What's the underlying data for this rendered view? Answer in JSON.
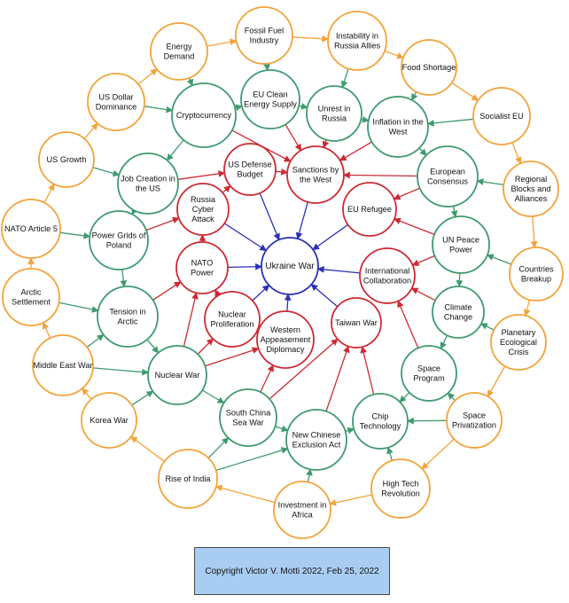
{
  "colors": {
    "orange": "#f2a33a",
    "green": "#3e9a6e",
    "red": "#cc2a33",
    "blue": "#2b2fb8",
    "center": "#2b2fb8",
    "copyright_bg": "#a9cdf2"
  },
  "nodes": [
    {
      "id": "ukraine",
      "label": [
        "Ukraine War"
      ],
      "kind": "center"
    },
    {
      "id": "sanctions",
      "label": [
        "Sanctions by",
        "the West"
      ],
      "kind": "red"
    },
    {
      "id": "usdefense",
      "label": [
        "US Defense",
        "Budget"
      ],
      "kind": "red"
    },
    {
      "id": "euref",
      "label": [
        "EU Refugee"
      ],
      "kind": "red"
    },
    {
      "id": "rcyber",
      "label": [
        "Russia",
        "Cyber",
        "Attack"
      ],
      "kind": "red"
    },
    {
      "id": "nato",
      "label": [
        "NATO",
        "Power"
      ],
      "kind": "red"
    },
    {
      "id": "intcollab",
      "label": [
        "International",
        "Collaboration"
      ],
      "kind": "red"
    },
    {
      "id": "nprolif",
      "label": [
        "Nuclear",
        "Proliferation"
      ],
      "kind": "red"
    },
    {
      "id": "westapp",
      "label": [
        "Western",
        "Appeasement",
        "Diplomacy"
      ],
      "kind": "red"
    },
    {
      "id": "taiwan",
      "label": [
        "Taiwan War"
      ],
      "kind": "red"
    },
    {
      "id": "crypto",
      "label": [
        "Cryptocurrency"
      ],
      "kind": "green"
    },
    {
      "id": "euclean",
      "label": [
        "EU Clean",
        "Energy Supply"
      ],
      "kind": "green"
    },
    {
      "id": "unrest",
      "label": [
        "Unrest in",
        "Russia"
      ],
      "kind": "green"
    },
    {
      "id": "inflation",
      "label": [
        "Inflation in the",
        "West"
      ],
      "kind": "green"
    },
    {
      "id": "jobcreation",
      "label": [
        "Job Creation in",
        "the US"
      ],
      "kind": "green"
    },
    {
      "id": "eucons",
      "label": [
        "European",
        "Consensus"
      ],
      "kind": "green"
    },
    {
      "id": "powergrid",
      "label": [
        "Power Grids of",
        "Poland"
      ],
      "kind": "green"
    },
    {
      "id": "unpeace",
      "label": [
        "UN Peace",
        "Power"
      ],
      "kind": "green"
    },
    {
      "id": "tension",
      "label": [
        "Tension in",
        "Arctic"
      ],
      "kind": "green"
    },
    {
      "id": "climate",
      "label": [
        "Climate",
        "Change"
      ],
      "kind": "green"
    },
    {
      "id": "nuclearwar",
      "label": [
        "Nuclear War"
      ],
      "kind": "green"
    },
    {
      "id": "space",
      "label": [
        "Space",
        "Program"
      ],
      "kind": "green"
    },
    {
      "id": "southchina",
      "label": [
        "South China",
        "Sea War"
      ],
      "kind": "green"
    },
    {
      "id": "newchinese",
      "label": [
        "New Chinese",
        "Exclusion Act"
      ],
      "kind": "green"
    },
    {
      "id": "chip",
      "label": [
        "Chip",
        "Technology"
      ],
      "kind": "green"
    },
    {
      "id": "fossil",
      "label": [
        "Fossil Fuel",
        "Industry"
      ],
      "kind": "orange"
    },
    {
      "id": "instab",
      "label": [
        "Instability in",
        "Russia Allies"
      ],
      "kind": "orange"
    },
    {
      "id": "energy",
      "label": [
        "Energy",
        "Demand"
      ],
      "kind": "orange"
    },
    {
      "id": "food",
      "label": [
        "Food Shortage"
      ],
      "kind": "orange"
    },
    {
      "id": "usdollar",
      "label": [
        "US Dollar",
        "Dominance"
      ],
      "kind": "orange"
    },
    {
      "id": "socialist",
      "label": [
        "Socialist EU"
      ],
      "kind": "orange"
    },
    {
      "id": "usgrowth",
      "label": [
        "US Growth"
      ],
      "kind": "orange"
    },
    {
      "id": "regional",
      "label": [
        "Regional",
        "Blocks and",
        "Alliances"
      ],
      "kind": "orange"
    },
    {
      "id": "nato5",
      "label": [
        "NATO Article 5"
      ],
      "kind": "orange"
    },
    {
      "id": "countries",
      "label": [
        "Countries",
        "Breakup"
      ],
      "kind": "orange"
    },
    {
      "id": "arctic",
      "label": [
        "Arctic",
        "Settlement"
      ],
      "kind": "orange"
    },
    {
      "id": "planetary",
      "label": [
        "Planetary",
        "Ecological",
        "Crisis"
      ],
      "kind": "orange"
    },
    {
      "id": "mideast",
      "label": [
        "Middle East War"
      ],
      "kind": "orange"
    },
    {
      "id": "korea",
      "label": [
        "Korea War"
      ],
      "kind": "orange"
    },
    {
      "id": "spacepriv",
      "label": [
        "Space",
        "Privatization"
      ],
      "kind": "orange"
    },
    {
      "id": "riseindia",
      "label": [
        "Rise of India"
      ],
      "kind": "orange"
    },
    {
      "id": "hightech",
      "label": [
        "High Tech",
        "Revolution"
      ],
      "kind": "orange"
    },
    {
      "id": "investafrica",
      "label": [
        "Investment in",
        "Africa"
      ],
      "kind": "orange"
    }
  ],
  "edges": [
    [
      "sanctions",
      "ukraine",
      "blue"
    ],
    [
      "usdefense",
      "ukraine",
      "blue"
    ],
    [
      "euref",
      "ukraine",
      "blue"
    ],
    [
      "rcyber",
      "ukraine",
      "blue"
    ],
    [
      "nato",
      "ukraine",
      "blue"
    ],
    [
      "intcollab",
      "ukraine",
      "blue"
    ],
    [
      "nprolif",
      "ukraine",
      "blue"
    ],
    [
      "westapp",
      "ukraine",
      "blue"
    ],
    [
      "taiwan",
      "ukraine",
      "blue"
    ],
    [
      "crypto",
      "sanctions",
      "red"
    ],
    [
      "euclean",
      "sanctions",
      "red"
    ],
    [
      "unrest",
      "sanctions",
      "red"
    ],
    [
      "inflation",
      "sanctions",
      "red"
    ],
    [
      "eucons",
      "sanctions",
      "red"
    ],
    [
      "jobcreation",
      "usdefense",
      "red"
    ],
    [
      "powergrid",
      "rcyber",
      "red"
    ],
    [
      "eucons",
      "euref",
      "red"
    ],
    [
      "unpeace",
      "intcollab",
      "red"
    ],
    [
      "tension",
      "nato",
      "red"
    ],
    [
      "nuclearwar",
      "nato",
      "red"
    ],
    [
      "nuclearwar",
      "nprolif",
      "red"
    ],
    [
      "nuclearwar",
      "westapp",
      "red"
    ],
    [
      "southchina",
      "taiwan",
      "red"
    ],
    [
      "newchinese",
      "taiwan",
      "red"
    ],
    [
      "chip",
      "taiwan",
      "red"
    ],
    [
      "climate",
      "intcollab",
      "red"
    ],
    [
      "space",
      "intcollab",
      "red"
    ],
    [
      "unpeace",
      "euref",
      "red"
    ],
    [
      "usdefense",
      "sanctions",
      "red"
    ],
    [
      "rcyber",
      "usdefense",
      "red"
    ],
    [
      "nato",
      "rcyber",
      "red"
    ],
    [
      "southchina",
      "westapp",
      "red"
    ],
    [
      "nprolif",
      "nato",
      "red"
    ],
    [
      "westapp",
      "nprolif",
      "red"
    ],
    [
      "crypto",
      "euclean",
      "green"
    ],
    [
      "crypto",
      "jobcreation",
      "green"
    ],
    [
      "euclean",
      "unrest",
      "green"
    ],
    [
      "unrest",
      "inflation",
      "green"
    ],
    [
      "inflation",
      "eucons",
      "green"
    ],
    [
      "eucons",
      "unpeace",
      "green"
    ],
    [
      "jobcreation",
      "powergrid",
      "green"
    ],
    [
      "powergrid",
      "tension",
      "green"
    ],
    [
      "unpeace",
      "climate",
      "green"
    ],
    [
      "tension",
      "nuclearwar",
      "green"
    ],
    [
      "climate",
      "space",
      "green"
    ],
    [
      "nuclearwar",
      "southchina",
      "green"
    ],
    [
      "space",
      "chip",
      "green"
    ],
    [
      "southchina",
      "newchinese",
      "green"
    ],
    [
      "newchinese",
      "chip",
      "green"
    ],
    [
      "energy",
      "crypto",
      "green"
    ],
    [
      "fossil",
      "euclean",
      "green"
    ],
    [
      "instab",
      "unrest",
      "green"
    ],
    [
      "food",
      "inflation",
      "green"
    ],
    [
      "socialist",
      "inflation",
      "green"
    ],
    [
      "usdollar",
      "crypto",
      "green"
    ],
    [
      "usgrowth",
      "jobcreation",
      "green"
    ],
    [
      "regional",
      "eucons",
      "green"
    ],
    [
      "nato5",
      "powergrid",
      "green"
    ],
    [
      "countries",
      "unpeace",
      "green"
    ],
    [
      "arctic",
      "tension",
      "green"
    ],
    [
      "planetary",
      "climate",
      "green"
    ],
    [
      "mideast",
      "tension",
      "green"
    ],
    [
      "mideast",
      "nuclearwar",
      "green"
    ],
    [
      "korea",
      "nuclearwar",
      "green"
    ],
    [
      "spacepriv",
      "space",
      "green"
    ],
    [
      "spacepriv",
      "chip",
      "green"
    ],
    [
      "riseindia",
      "southchina",
      "green"
    ],
    [
      "riseindia",
      "newchinese",
      "green"
    ],
    [
      "hightech",
      "chip",
      "green"
    ],
    [
      "investafrica",
      "newchinese",
      "green"
    ],
    [
      "fossil",
      "instab",
      "orange"
    ],
    [
      "instab",
      "food",
      "orange"
    ],
    [
      "food",
      "socialist",
      "orange"
    ],
    [
      "socialist",
      "regional",
      "orange"
    ],
    [
      "regional",
      "countries",
      "orange"
    ],
    [
      "countries",
      "planetary",
      "orange"
    ],
    [
      "planetary",
      "spacepriv",
      "orange"
    ],
    [
      "spacepriv",
      "hightech",
      "orange"
    ],
    [
      "hightech",
      "investafrica",
      "orange"
    ],
    [
      "investafrica",
      "riseindia",
      "orange"
    ],
    [
      "riseindia",
      "korea",
      "orange"
    ],
    [
      "korea",
      "mideast",
      "orange"
    ],
    [
      "mideast",
      "arctic",
      "orange"
    ],
    [
      "arctic",
      "nato5",
      "orange"
    ],
    [
      "nato5",
      "usgrowth",
      "orange"
    ],
    [
      "usgrowth",
      "usdollar",
      "orange"
    ],
    [
      "usdollar",
      "energy",
      "orange"
    ],
    [
      "energy",
      "fossil",
      "orange"
    ]
  ],
  "copyright": "Copyright Victor V. Motti 2022, Feb 25, 2022"
}
